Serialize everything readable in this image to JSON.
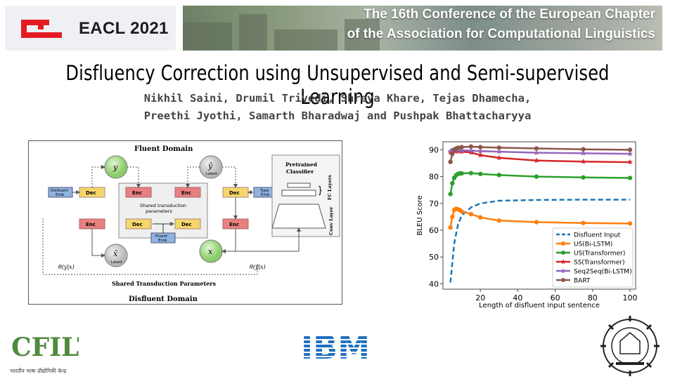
{
  "header": {
    "eacl_label": "EACL 2021",
    "banner_line1": "The 16th Conference of the European Chapter",
    "banner_line2": "of the Association for Computational Linguistics"
  },
  "title": "Disfluency Correction using Unsupervised and Semi-supervised Learning",
  "authors": {
    "line1": "Nikhil Saini, Drumil Trivedi, Shreya Khare, Tejas Dhamecha,",
    "line2": "Preethi Jyothi, Samarth Bharadwaj and Pushpak Bhattacharyya"
  },
  "diagram": {
    "top_label": "Fluent Domain",
    "bottom_label": "Disfluent Domain",
    "shared_params": "Shared Transduction Parameters",
    "inner_shared": "Shared transduction",
    "inner_shared2": "parameters",
    "disfluent_emb_1": "Disfluent",
    "disfluent_emb_2": "Emb",
    "type_emb_1": "Type",
    "type_emb_2": "Emb",
    "fluent_emb_1": "Fluent",
    "fluent_emb_2": "Emb",
    "dec": "Dec",
    "enc": "Enc",
    "y": "y",
    "y_hat": "ŷ",
    "x": "x",
    "x_hat": "x̂",
    "latent": "Latent",
    "theta_left": "θ(y|x)",
    "theta_right": "θ(ŷ|x)",
    "pretrained_1": "Pretrained",
    "pretrained_2": "Classifier",
    "fc_layers": "FC Layers",
    "conv_layer": "Conv Layer",
    "colors": {
      "dec": "#f5d66b",
      "enc": "#e88080",
      "node": "#a6d987",
      "node_grey": "#cfcfcf",
      "emb": "#8fb4e3"
    }
  },
  "chart_data": {
    "type": "line",
    "xlabel": "Length of disfluent input sentence",
    "ylabel": "BLEU Score",
    "xlim": [
      0,
      103
    ],
    "ylim": [
      38,
      93
    ],
    "xticks": [
      20,
      40,
      60,
      80,
      100
    ],
    "yticks": [
      40,
      50,
      60,
      70,
      80,
      90
    ],
    "legend_position": "lower-right",
    "series": [
      {
        "name": "Disfluent Input",
        "color": "#1f77b4",
        "dashed": true,
        "marker": false,
        "x": [
          4,
          6,
          8,
          10,
          15,
          20,
          30,
          50,
          75,
          100
        ],
        "y": [
          40.5,
          55,
          62,
          65.5,
          68.5,
          70,
          71,
          71.3,
          71.4,
          71.4
        ]
      },
      {
        "name": "US(Bi-LSTM)",
        "color": "#ff7f0e",
        "dashed": false,
        "marker": "circle",
        "x": [
          4,
          5,
          6,
          7,
          8,
          9,
          10,
          15,
          20,
          30,
          50,
          75,
          100
        ],
        "y": [
          61,
          65,
          67.5,
          68,
          67.8,
          67.5,
          67,
          66,
          64.8,
          63.6,
          63,
          62.7,
          62.5
        ]
      },
      {
        "name": "US(Transformer)",
        "color": "#2ca02c",
        "dashed": false,
        "marker": "circle",
        "x": [
          4,
          5,
          6,
          7,
          8,
          9,
          10,
          15,
          20,
          30,
          50,
          75,
          100
        ],
        "y": [
          73.5,
          77.5,
          79.5,
          80.5,
          81,
          81.2,
          81.2,
          81.3,
          81,
          80.6,
          80,
          79.7,
          79.5
        ]
      },
      {
        "name": "SS(Transformer)",
        "color": "#d62728",
        "dashed": false,
        "marker": "star",
        "x": [
          4,
          5,
          6,
          7,
          8,
          10,
          15,
          20,
          30,
          50,
          75,
          100
        ],
        "y": [
          89,
          89.5,
          89.5,
          89.5,
          89.4,
          89.3,
          89,
          88,
          87,
          86,
          85.6,
          85.4
        ]
      },
      {
        "name": "Seq2Seq(Bi-LSTM)",
        "color": "#9467bd",
        "dashed": false,
        "marker": "star",
        "x": [
          4,
          5,
          6,
          7,
          8,
          10,
          15,
          20,
          30,
          50,
          75,
          100
        ],
        "y": [
          89.5,
          90,
          90,
          90,
          90,
          89.8,
          89.7,
          89.5,
          89.3,
          88.9,
          88.7,
          88.5
        ]
      },
      {
        "name": "BART",
        "color": "#8c564b",
        "dashed": false,
        "marker": "circle",
        "x": [
          4,
          5,
          6,
          7,
          8,
          10,
          15,
          20,
          30,
          50,
          75,
          100
        ],
        "y": [
          85.5,
          88.5,
          90,
          90.5,
          90.8,
          91,
          91.2,
          91,
          90.8,
          90.5,
          90.2,
          90
        ]
      }
    ]
  },
  "footer": {
    "cfilt_text": "CFILT",
    "cfilt_sub": "भारतीय भाषा प्रौद्योगिकी केन्द्र",
    "ibm": "IBM"
  }
}
